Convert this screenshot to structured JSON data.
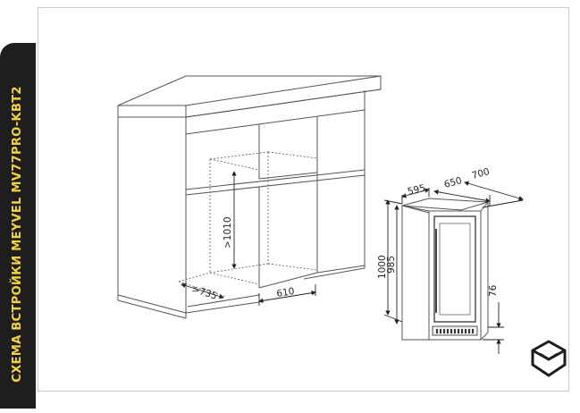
{
  "title": "СХЕМА ВСТРОЙКИ MEYVEL MV77PRO-KBT2",
  "cabinet": {
    "dim_height": ">1010",
    "dim_depth": ">735",
    "dim_width": "610"
  },
  "appliance": {
    "dim_width": "595",
    "dim_depth_1": "650",
    "dim_depth_2": "700",
    "dim_height_total": "1000",
    "dim_height_body": "985",
    "dim_plinth": "76"
  },
  "colors": {
    "title_text": "#f2d23a",
    "side_bar": "#1e1e1e",
    "line": "#555555"
  },
  "logo": "brand-logo-icon"
}
